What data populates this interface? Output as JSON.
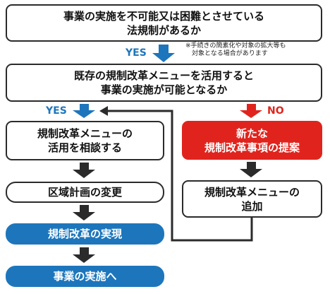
{
  "boxes": {
    "q1": {
      "line1": "事業の実施を不可能又は困難とさせている",
      "line2": "法規制があるか"
    },
    "q2": {
      "line1": "既存の規制改革メニューを活用すると",
      "line2": "事業の実施が可能となるか"
    },
    "consult": {
      "line1": "規制改革メニューの",
      "line2": "活用を相談する"
    },
    "plan_change": {
      "text": "区域計画の変更"
    },
    "realize": {
      "text": "規制改革の実現"
    },
    "implement": {
      "text": "事業の実施へ"
    },
    "propose": {
      "line1": "新たな",
      "line2": "規制改革事項の提案"
    },
    "add_menu": {
      "line1": "規制改革メニューの",
      "line2": "追加"
    }
  },
  "labels": {
    "yes1": "YES",
    "yes2": "YES",
    "no": "NO"
  },
  "note": {
    "line1": "※手続きの簡素化や対象の拡大等も",
    "line2": "対象となる場合があります"
  },
  "colors": {
    "blue": "#1d76bc",
    "red": "#e0241d",
    "dark": "#2b2b2b"
  }
}
